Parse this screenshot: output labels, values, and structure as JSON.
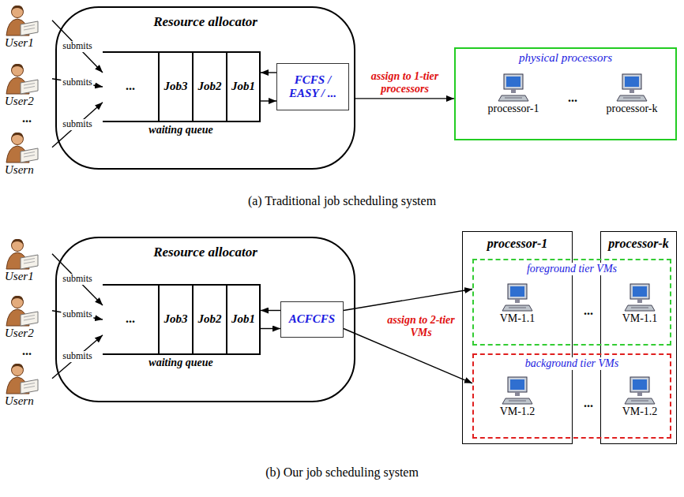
{
  "diagram": {
    "nodes": [
      {
        "text": [
          "User1"
        ]
      },
      {
        "text": [
          "User2"
        ]
      },
      {
        "text": [
          "Usern"
        ]
      },
      {
        "text": [
          "Resource allocator"
        ]
      },
      {
        "text": [
          "waiting queue"
        ],
        "in": 3
      },
      {
        "text": [
          "Job3"
        ],
        "in": 4
      },
      {
        "text": [
          "Job2"
        ],
        "in": 4
      },
      {
        "text": [
          "Job1"
        ],
        "in": 4
      },
      {
        "text": [
          "FCFS / EASY / ..."
        ],
        "in": 3
      },
      {
        "text": [
          "physical processors"
        ]
      },
      {
        "text": [
          "processor-1"
        ],
        "in": 9
      },
      {
        "text": [
          "processor-k"
        ],
        "in": 9
      },
      {
        "text": [
          "User1"
        ]
      },
      {
        "text": [
          "User2"
        ]
      },
      {
        "text": [
          "Usern"
        ]
      },
      {
        "text": [
          "Resource allocator"
        ]
      },
      {
        "text": [
          "waiting queue"
        ],
        "in": 15
      },
      {
        "text": [
          "Job3"
        ],
        "in": 16
      },
      {
        "text": [
          "Job2"
        ],
        "in": 16
      },
      {
        "text": [
          "Job1"
        ],
        "in": 16
      },
      {
        "text": [
          "ACFCFS"
        ],
        "in": 15
      },
      {
        "text": [
          "processor-1"
        ]
      },
      {
        "text": [
          "processor-k"
        ]
      },
      {
        "text": [
          "foreground tier VMs"
        ]
      },
      {
        "text": [
          "VM-1.1"
        ],
        "in": 23
      },
      {
        "text": [
          "VM-1.1"
        ],
        "in": 23
      },
      {
        "text": [
          "background tier VMs"
        ]
      },
      {
        "text": [
          "VM-1.2"
        ],
        "in": 26
      },
      {
        "text": [
          "VM-1.2"
        ],
        "in": 26
      }
    ],
    "edges": [
      {
        "from": 0,
        "to": 4,
        "label": "submits",
        "arrow": "to"
      },
      {
        "from": 1,
        "to": 4,
        "label": "submits",
        "arrow": "to"
      },
      {
        "from": 2,
        "to": 4,
        "label": "submits",
        "arrow": "to"
      },
      {
        "from": 8,
        "to": 4,
        "arrow": "to"
      },
      {
        "from": 4,
        "to": 8,
        "arrow": "to"
      },
      {
        "from": 3,
        "to": 9,
        "label": "assign to 1-tier processors",
        "arrow": "to"
      },
      {
        "from": 12,
        "to": 16,
        "label": "submits",
        "arrow": "to"
      },
      {
        "from": 13,
        "to": 16,
        "label": "submits",
        "arrow": "to"
      },
      {
        "from": 14,
        "to": 16,
        "label": "submits",
        "arrow": "to"
      },
      {
        "from": 20,
        "to": 16,
        "arrow": "to"
      },
      {
        "from": 16,
        "to": 20,
        "arrow": "to"
      },
      {
        "from": 20,
        "to": 23,
        "arrow": "to"
      },
      {
        "from": 20,
        "to": 26,
        "arrow": "to"
      }
    ],
    "labels": [
      "...",
      "...",
      "...",
      "(a) Traditional job scheduling system",
      "...",
      "...",
      "assign to 2-tier VMs",
      "...",
      "...",
      "(b) Our job scheduling system"
    ]
  }
}
